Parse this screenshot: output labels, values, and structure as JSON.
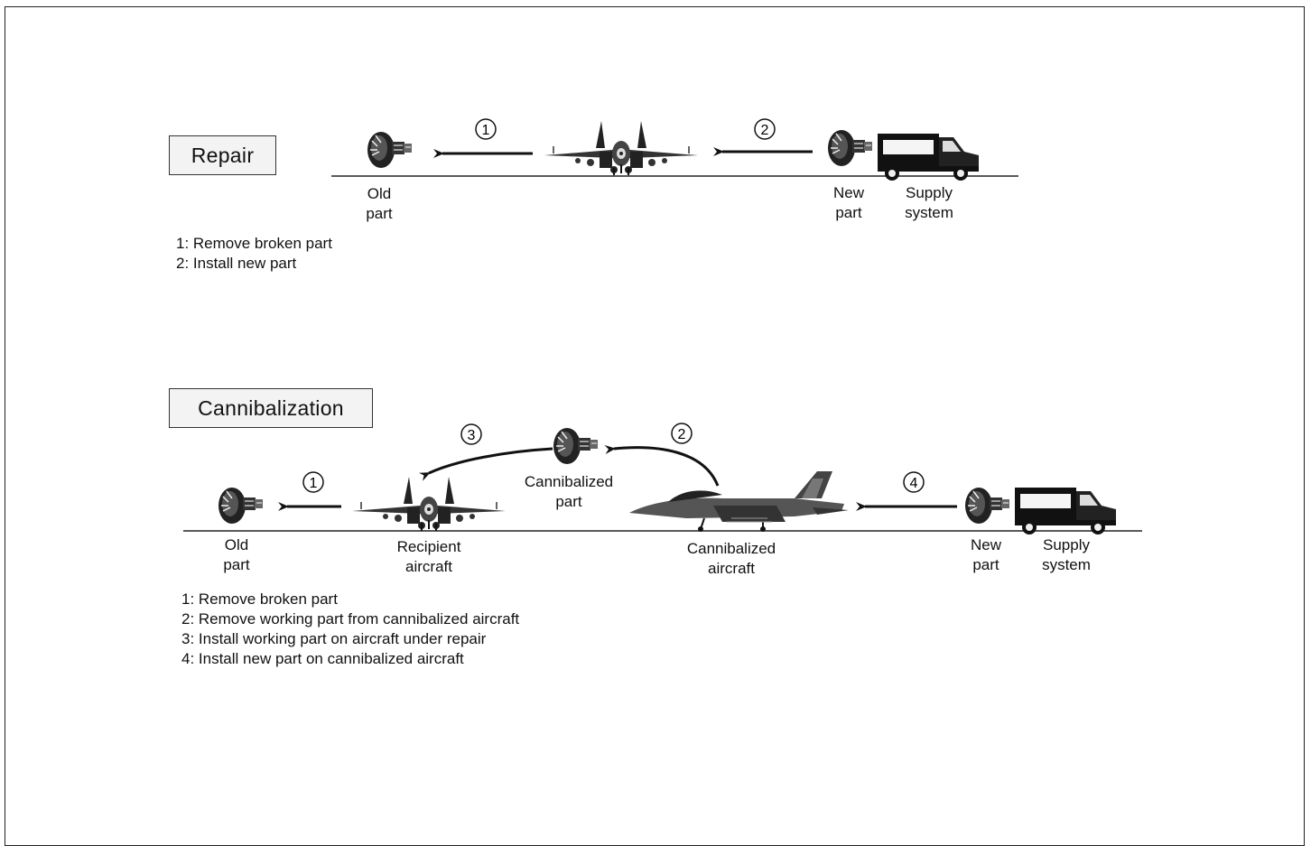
{
  "repair": {
    "title": "Repair",
    "labels": {
      "old_part": "Old\npart",
      "new_part": "New\npart",
      "supply_system": "Supply\nsystem"
    },
    "markers": [
      "1",
      "2"
    ],
    "steps": [
      "1: Remove broken part",
      "2: Install new part"
    ]
  },
  "cannibalization": {
    "title": "Cannibalization",
    "labels": {
      "old_part": "Old\npart",
      "recipient_aircraft": "Recipient\naircraft",
      "cannibalized_part": "Cannibalized\npart",
      "cannibalized_aircraft": "Cannibalized\naircraft",
      "new_part": "New\npart",
      "supply_system": "Supply\nsystem"
    },
    "markers": [
      "1",
      "2",
      "3",
      "4"
    ],
    "steps": [
      "1: Remove broken part",
      "2: Remove working part from cannibalized aircraft",
      "3: Install working part on aircraft under repair",
      "4: Install new part on cannibalized aircraft"
    ]
  },
  "icons": [
    "engine-part-icon",
    "fighter-jet-front-icon",
    "fighter-jet-side-icon",
    "supply-truck-icon"
  ]
}
